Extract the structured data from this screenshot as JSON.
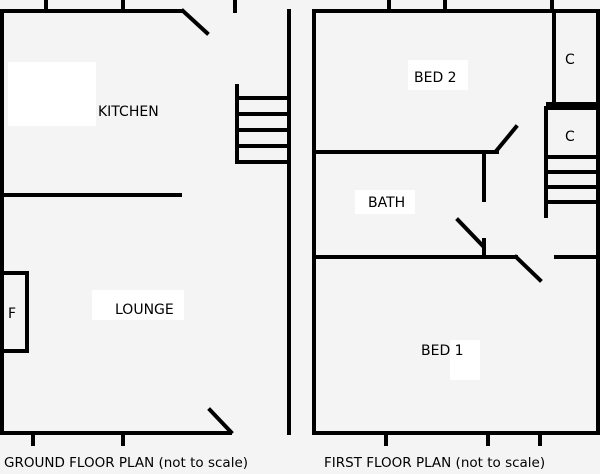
{
  "ground_floor": {
    "rooms": {
      "kitchen": "KITCHEN",
      "lounge": "LOUNGE",
      "fireplace": "F"
    },
    "caption": "GROUND FLOOR PLAN (not to scale)"
  },
  "first_floor": {
    "rooms": {
      "bed2": "BED 2",
      "bath": "BATH",
      "bed1": "BED 1",
      "cupboard_top": "C",
      "cupboard_mid": "C"
    },
    "caption": "FIRST FLOOR PLAN (not to scale)"
  },
  "colors": {
    "background": "#f4f4f4",
    "walls": "#000000",
    "patches": "#ffffff"
  }
}
